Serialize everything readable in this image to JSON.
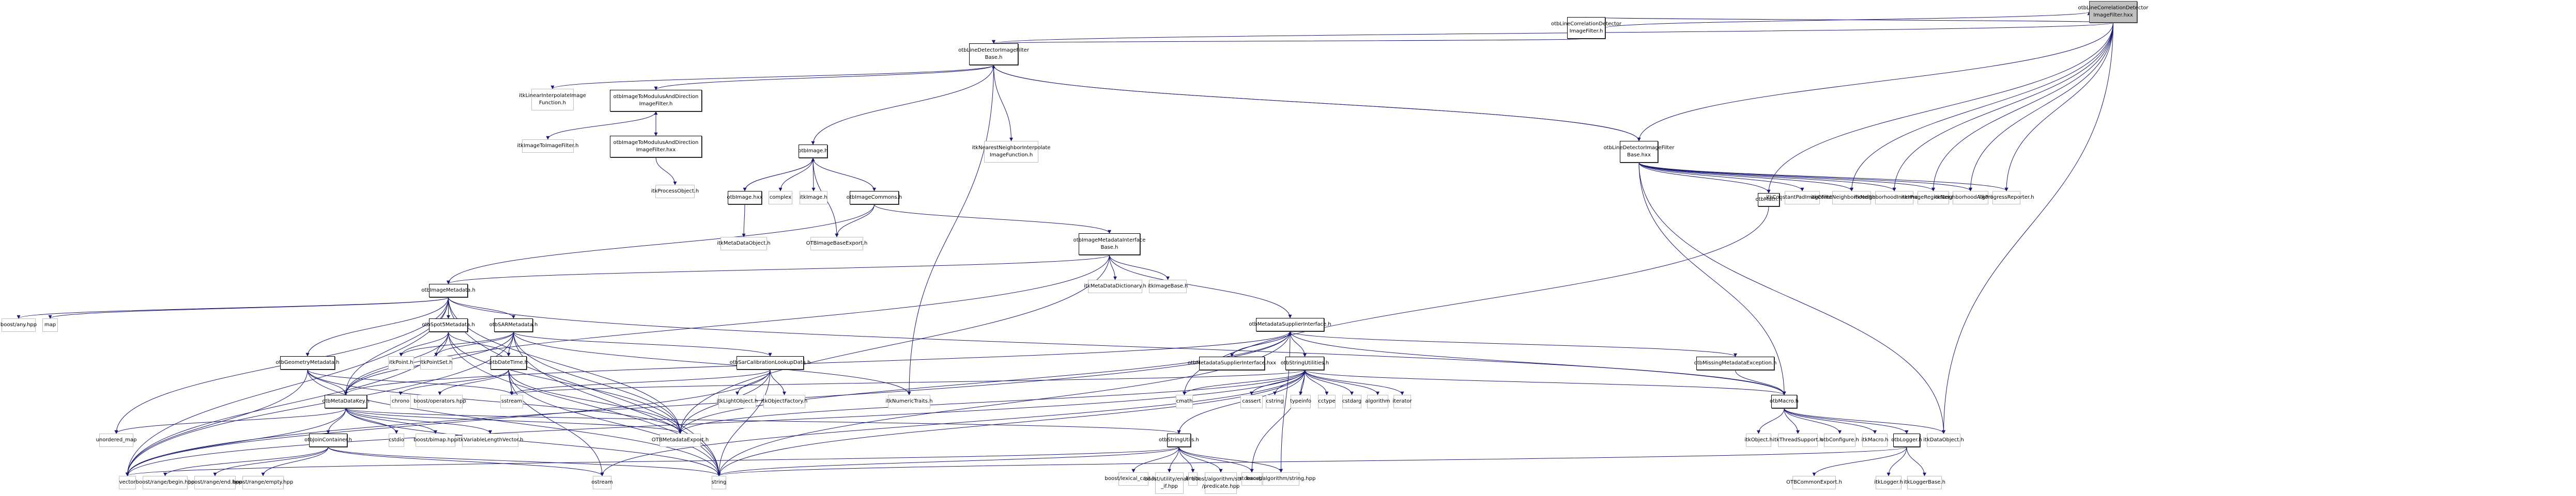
{
  "graph": {
    "title": "otbLineCorrelationDetectorImageFilter.hxx include dependency graph",
    "edge_color": "#191970",
    "nodes": [
      {
        "id": "root",
        "label": "otbLineCorrelationDetector\nImageFilter.hxx",
        "kind": "root"
      },
      {
        "id": "lcd_h",
        "label": "otbLineCorrelationDetector\nImageFilter.h",
        "kind": "internal"
      },
      {
        "id": "ldb_h",
        "label": "otbLineDetectorImageFilter\nBase.h",
        "kind": "internal"
      },
      {
        "id": "ldb_hxx",
        "label": "otbLineDetectorImageFilter\nBase.hxx",
        "kind": "internal"
      },
      {
        "id": "itkLinInterp",
        "label": "itkLinearInterpolateImage\nFunction.h",
        "kind": "external"
      },
      {
        "id": "itmd_h",
        "label": "otbImageToModulusAndDirection\nImageFilter.h",
        "kind": "internal"
      },
      {
        "id": "itmd_hxx",
        "label": "otbImageToModulusAndDirection\nImageFilter.hxx",
        "kind": "internal"
      },
      {
        "id": "itkI2I",
        "label": "itkImageToImageFilter.h",
        "kind": "external"
      },
      {
        "id": "itkProcObj",
        "label": "itkProcessObject.h",
        "kind": "external"
      },
      {
        "id": "otbImage_h",
        "label": "otbImage.h",
        "kind": "internal"
      },
      {
        "id": "otbImage_hxx",
        "label": "otbImage.hxx",
        "kind": "internal"
      },
      {
        "id": "complex",
        "label": "complex",
        "kind": "external"
      },
      {
        "id": "itkImage",
        "label": "itkImage.h",
        "kind": "external"
      },
      {
        "id": "otbImgCommons",
        "label": "otbImageCommons.h",
        "kind": "internal"
      },
      {
        "id": "itkMDO",
        "label": "itkMetaDataObject.h",
        "kind": "external"
      },
      {
        "id": "OTBImgBaseExp",
        "label": "OTBImageBaseExport.h",
        "kind": "external"
      },
      {
        "id": "itkNNInterp",
        "label": "itkNearestNeighborInterpolate\nImageFunction.h",
        "kind": "external"
      },
      {
        "id": "imiBase",
        "label": "otbImageMetadataInterface\nBase.h",
        "kind": "internal"
      },
      {
        "id": "itkMDD",
        "label": "itkMetaDataDictionary.h",
        "kind": "external"
      },
      {
        "id": "itkImageBase",
        "label": "itkImageBase.h",
        "kind": "external"
      },
      {
        "id": "otbMath",
        "label": "otbMath.h",
        "kind": "internal"
      },
      {
        "id": "itkConstPad",
        "label": "itkConstantPadImageFilter.h",
        "kind": "external"
      },
      {
        "id": "itkCNI",
        "label": "itkConstNeighborhoodIterator.h",
        "kind": "external"
      },
      {
        "id": "itkNIP",
        "label": "itkNeighborhoodInnerProduct.h",
        "kind": "external"
      },
      {
        "id": "itkIRI",
        "label": "itkImageRegionIterator.h",
        "kind": "external"
      },
      {
        "id": "itkNA",
        "label": "itkNeighborhoodAlgorithm.h",
        "kind": "external"
      },
      {
        "id": "itkPR",
        "label": "itkProgressReporter.h",
        "kind": "external"
      },
      {
        "id": "imgMeta",
        "label": "otbImageMetadata.h",
        "kind": "internal"
      },
      {
        "id": "boostAny",
        "label": "boost/any.hpp",
        "kind": "external"
      },
      {
        "id": "map",
        "label": "map",
        "kind": "external"
      },
      {
        "id": "spot5",
        "label": "otbSpot5Metadata.h",
        "kind": "internal"
      },
      {
        "id": "sar",
        "label": "otbSARMetadata.h",
        "kind": "internal"
      },
      {
        "id": "geom",
        "label": "otbGeometryMetadata.h",
        "kind": "internal"
      },
      {
        "id": "itkPoint",
        "label": "itkPoint.h",
        "kind": "external"
      },
      {
        "id": "itkPointSet",
        "label": "itkPointSet.h",
        "kind": "external"
      },
      {
        "id": "dateTime",
        "label": "otbDateTime.h",
        "kind": "internal"
      },
      {
        "id": "sarCal",
        "label": "otbSarCalibrationLookupData.h",
        "kind": "internal"
      },
      {
        "id": "mdsi",
        "label": "otbMetadataSupplierInterface.h",
        "kind": "internal"
      },
      {
        "id": "mdsi_hxx",
        "label": "otbMetadataSupplierInterface.hxx",
        "kind": "internal"
      },
      {
        "id": "strUtil",
        "label": "otbStringUtilities.h",
        "kind": "internal"
      },
      {
        "id": "missMeta",
        "label": "otbMissingMetadataException.h",
        "kind": "internal"
      },
      {
        "id": "mdKey",
        "label": "otbMetaDataKey.h",
        "kind": "internal"
      },
      {
        "id": "chrono",
        "label": "chrono",
        "kind": "external"
      },
      {
        "id": "boostOps",
        "label": "boost/operators.hpp",
        "kind": "external"
      },
      {
        "id": "sstream",
        "label": "sstream",
        "kind": "external"
      },
      {
        "id": "itkLight",
        "label": "itkLightObject.h",
        "kind": "external"
      },
      {
        "id": "itkObjFac",
        "label": "itkObjectFactory.h",
        "kind": "external"
      },
      {
        "id": "itkNumTr",
        "label": "itkNumericTraits.h",
        "kind": "external"
      },
      {
        "id": "cmath",
        "label": "cmath",
        "kind": "external"
      },
      {
        "id": "cassert",
        "label": "cassert",
        "kind": "external"
      },
      {
        "id": "cstring",
        "label": "cstring",
        "kind": "external"
      },
      {
        "id": "typeinfo",
        "label": "typeinfo",
        "kind": "external"
      },
      {
        "id": "cctype",
        "label": "cctype",
        "kind": "external"
      },
      {
        "id": "cstdarg",
        "label": "cstdarg",
        "kind": "external"
      },
      {
        "id": "algorithm",
        "label": "algorithm",
        "kind": "external"
      },
      {
        "id": "iterator",
        "label": "iterator",
        "kind": "external"
      },
      {
        "id": "otbMacro",
        "label": "otbMacro.h",
        "kind": "internal"
      },
      {
        "id": "unordMap",
        "label": "unordered_map",
        "kind": "external"
      },
      {
        "id": "joinCont",
        "label": "otbJoinContainer.h",
        "kind": "internal"
      },
      {
        "id": "cstdio",
        "label": "cstdio",
        "kind": "external"
      },
      {
        "id": "boostBimap",
        "label": "boost/bimap.hpp",
        "kind": "external"
      },
      {
        "id": "itkVLV",
        "label": "itkVariableLengthVector.h",
        "kind": "external"
      },
      {
        "id": "OTBMetaExp",
        "label": "OTBMetadataExport.h",
        "kind": "external"
      },
      {
        "id": "strUtils",
        "label": "otbStringUtils.h",
        "kind": "internal"
      },
      {
        "id": "itkObject",
        "label": "itkObject.h",
        "kind": "external"
      },
      {
        "id": "itkThread",
        "label": "itkThreadSupport.h",
        "kind": "external"
      },
      {
        "id": "otbConfig",
        "label": "otbConfigure.h",
        "kind": "external"
      },
      {
        "id": "itkMacro",
        "label": "itkMacro.h",
        "kind": "external"
      },
      {
        "id": "otbLogger",
        "label": "otbLogger.h",
        "kind": "internal"
      },
      {
        "id": "itkDataObj",
        "label": "itkDataObject.h",
        "kind": "external"
      },
      {
        "id": "vector",
        "label": "vector",
        "kind": "external"
      },
      {
        "id": "brBegin",
        "label": "boost/range/begin.hpp",
        "kind": "external"
      },
      {
        "id": "brEnd",
        "label": "boost/range/end.hpp",
        "kind": "external"
      },
      {
        "id": "brEmpty",
        "label": "boost/range/empty.hpp",
        "kind": "external"
      },
      {
        "id": "ostream",
        "label": "ostream",
        "kind": "external"
      },
      {
        "id": "string",
        "label": "string",
        "kind": "external"
      },
      {
        "id": "boostLex",
        "label": "boost/lexical_cast.hpp",
        "kind": "external"
      },
      {
        "id": "boostEnIf",
        "label": "boost/utility/enable\n_if.hpp",
        "kind": "external"
      },
      {
        "id": "limits",
        "label": "limits",
        "kind": "external"
      },
      {
        "id": "boostPred",
        "label": "boost/algorithm/string\n/predicate.hpp",
        "kind": "external"
      },
      {
        "id": "stdexcept",
        "label": "stdexcept",
        "kind": "external"
      },
      {
        "id": "boostAlgStr",
        "label": "boost/algorithm/string.hpp",
        "kind": "external"
      },
      {
        "id": "otbCommonExp",
        "label": "OTBCommonExport.h",
        "kind": "external"
      },
      {
        "id": "itkLogger",
        "label": "itkLogger.h",
        "kind": "external"
      },
      {
        "id": "itkLoggerBase",
        "label": "itkLoggerBase.h",
        "kind": "external"
      }
    ],
    "edges": [
      [
        "root",
        "lcd_h"
      ],
      [
        "lcd_h",
        "root"
      ],
      [
        "root",
        "ldb_h"
      ],
      [
        "root",
        "ldb_hxx"
      ],
      [
        "root",
        "otbMath"
      ],
      [
        "root",
        "itkCNI"
      ],
      [
        "root",
        "itkNIP"
      ],
      [
        "root",
        "itkIRI"
      ],
      [
        "root",
        "itkNA"
      ],
      [
        "root",
        "itkPR"
      ],
      [
        "root",
        "itkDataObj"
      ],
      [
        "lcd_h",
        "ldb_h"
      ],
      [
        "ldb_h",
        "itkLinInterp"
      ],
      [
        "ldb_h",
        "itmd_h"
      ],
      [
        "ldb_h",
        "otbImage_h"
      ],
      [
        "ldb_h",
        "itkNNInterp"
      ],
      [
        "ldb_h",
        "itkNumTr"
      ],
      [
        "ldb_h",
        "ldb_hxx"
      ],
      [
        "ldb_hxx",
        "ldb_h"
      ],
      [
        "ldb_hxx",
        "otbMath"
      ],
      [
        "ldb_hxx",
        "itkConstPad"
      ],
      [
        "ldb_hxx",
        "itkCNI"
      ],
      [
        "ldb_hxx",
        "itkNIP"
      ],
      [
        "ldb_hxx",
        "itkIRI"
      ],
      [
        "ldb_hxx",
        "itkNA"
      ],
      [
        "ldb_hxx",
        "itkPR"
      ],
      [
        "ldb_hxx",
        "otbMacro"
      ],
      [
        "ldb_hxx",
        "itkDataObj"
      ],
      [
        "itmd_h",
        "itkI2I"
      ],
      [
        "itmd_h",
        "itmd_hxx"
      ],
      [
        "itmd_hxx",
        "itmd_h"
      ],
      [
        "itmd_hxx",
        "itkProcObj"
      ],
      [
        "otbImage_h",
        "otbImage_hxx"
      ],
      [
        "otbImage_hxx",
        "otbImage_h"
      ],
      [
        "otbImage_h",
        "complex"
      ],
      [
        "otbImage_h",
        "itkImage"
      ],
      [
        "otbImage_h",
        "OTBImgBaseExp"
      ],
      [
        "otbImage_h",
        "otbImgCommons"
      ],
      [
        "otbImage_hxx",
        "itkMDO"
      ],
      [
        "otbImgCommons",
        "OTBImgBaseExp"
      ],
      [
        "otbImgCommons",
        "imiBase"
      ],
      [
        "otbImgCommons",
        "imgMeta"
      ],
      [
        "imiBase",
        "imgMeta"
      ],
      [
        "imiBase",
        "itkMDD"
      ],
      [
        "imiBase",
        "itkImageBase"
      ],
      [
        "imiBase",
        "mdsi"
      ],
      [
        "imiBase",
        "OTBMetaExp"
      ],
      [
        "imiBase",
        "mdKey"
      ],
      [
        "otbMath",
        "cmath"
      ],
      [
        "imgMeta",
        "boostAny"
      ],
      [
        "imgMeta",
        "map"
      ],
      [
        "imgMeta",
        "spot5"
      ],
      [
        "imgMeta",
        "sar"
      ],
      [
        "imgMeta",
        "geom"
      ],
      [
        "imgMeta",
        "mdKey"
      ],
      [
        "imgMeta",
        "unordMap"
      ],
      [
        "imgMeta",
        "vector"
      ],
      [
        "imgMeta",
        "string"
      ],
      [
        "imgMeta",
        "OTBMetaExp"
      ],
      [
        "imgMeta",
        "otbMacro"
      ],
      [
        "spot5",
        "itkPoint"
      ],
      [
        "spot5",
        "itkPointSet"
      ],
      [
        "spot5",
        "dateTime"
      ],
      [
        "spot5",
        "mdKey"
      ],
      [
        "spot5",
        "vector"
      ],
      [
        "spot5",
        "string"
      ],
      [
        "spot5",
        "OTBMetaExp"
      ],
      [
        "sar",
        "itkPoint"
      ],
      [
        "sar",
        "itkPointSet"
      ],
      [
        "sar",
        "dateTime"
      ],
      [
        "sar",
        "sarCal"
      ],
      [
        "sar",
        "mdKey"
      ],
      [
        "sar",
        "vector"
      ],
      [
        "sar",
        "string"
      ],
      [
        "sar",
        "OTBMetaExp"
      ],
      [
        "sar",
        "itkNumTr"
      ],
      [
        "geom",
        "mdKey"
      ],
      [
        "geom",
        "sstream"
      ],
      [
        "geom",
        "vector"
      ],
      [
        "geom",
        "string"
      ],
      [
        "geom",
        "OTBMetaExp"
      ],
      [
        "dateTime",
        "chrono"
      ],
      [
        "dateTime",
        "boostOps"
      ],
      [
        "dateTime",
        "sstream"
      ],
      [
        "dateTime",
        "OTBMetaExp"
      ],
      [
        "dateTime",
        "string"
      ],
      [
        "dateTime",
        "ostream"
      ],
      [
        "sarCal",
        "itkLight"
      ],
      [
        "sarCal",
        "itkObjFac"
      ],
      [
        "sarCal",
        "OTBMetaExp"
      ],
      [
        "sarCal",
        "sstream"
      ],
      [
        "sarCal",
        "string"
      ],
      [
        "sarCal",
        "vector"
      ],
      [
        "mdsi",
        "mdsi_hxx"
      ],
      [
        "mdsi_hxx",
        "mdsi"
      ],
      [
        "mdsi",
        "strUtil"
      ],
      [
        "mdsi",
        "missMeta"
      ],
      [
        "mdsi",
        "mdKey"
      ],
      [
        "mdsi",
        "OTBMetaExp"
      ],
      [
        "mdsi",
        "string"
      ],
      [
        "mdsi",
        "vector"
      ],
      [
        "mdsi",
        "boostAlgStr"
      ],
      [
        "mdsi",
        "otbMacro"
      ],
      [
        "strUtil",
        "cmath"
      ],
      [
        "strUtil",
        "cassert"
      ],
      [
        "strUtil",
        "cstring"
      ],
      [
        "strUtil",
        "typeinfo"
      ],
      [
        "strUtil",
        "cctype"
      ],
      [
        "strUtil",
        "cstdarg"
      ],
      [
        "strUtil",
        "algorithm"
      ],
      [
        "strUtil",
        "iterator"
      ],
      [
        "strUtil",
        "otbMacro"
      ],
      [
        "strUtil",
        "strUtils"
      ],
      [
        "strUtil",
        "stdexcept"
      ],
      [
        "strUtil",
        "string"
      ],
      [
        "strUtil",
        "vector"
      ],
      [
        "strUtil",
        "ostream"
      ],
      [
        "strUtil",
        "sstream"
      ],
      [
        "strUtil",
        "OTBMetaExp"
      ],
      [
        "missMeta",
        "otbMacro"
      ],
      [
        "mdKey",
        "unordMap"
      ],
      [
        "mdKey",
        "joinCont"
      ],
      [
        "mdKey",
        "cstdio"
      ],
      [
        "mdKey",
        "boostBimap"
      ],
      [
        "mdKey",
        "itkVLV"
      ],
      [
        "mdKey",
        "OTBMetaExp"
      ],
      [
        "mdKey",
        "vector"
      ],
      [
        "mdKey",
        "string"
      ],
      [
        "mdKey",
        "strUtils"
      ],
      [
        "joinCont",
        "brBegin"
      ],
      [
        "joinCont",
        "brEnd"
      ],
      [
        "joinCont",
        "brEmpty"
      ],
      [
        "joinCont",
        "string"
      ],
      [
        "joinCont",
        "ostream"
      ],
      [
        "strUtils",
        "boostLex"
      ],
      [
        "strUtils",
        "boostEnIf"
      ],
      [
        "strUtils",
        "limits"
      ],
      [
        "strUtils",
        "boostPred"
      ],
      [
        "strUtils",
        "stdexcept"
      ],
      [
        "strUtils",
        "boostAlgStr"
      ],
      [
        "strUtils",
        "vector"
      ],
      [
        "strUtils",
        "string"
      ],
      [
        "otbMacro",
        "itkObject"
      ],
      [
        "otbMacro",
        "itkThread"
      ],
      [
        "otbMacro",
        "otbConfig"
      ],
      [
        "otbMacro",
        "itkMacro"
      ],
      [
        "otbMacro",
        "otbLogger"
      ],
      [
        "otbMacro",
        "itkDataObj"
      ],
      [
        "otbLogger",
        "otbCommonExp"
      ],
      [
        "otbLogger",
        "itkLogger"
      ],
      [
        "otbLogger",
        "itkLoggerBase"
      ],
      [
        "otbLogger",
        "string"
      ]
    ]
  }
}
